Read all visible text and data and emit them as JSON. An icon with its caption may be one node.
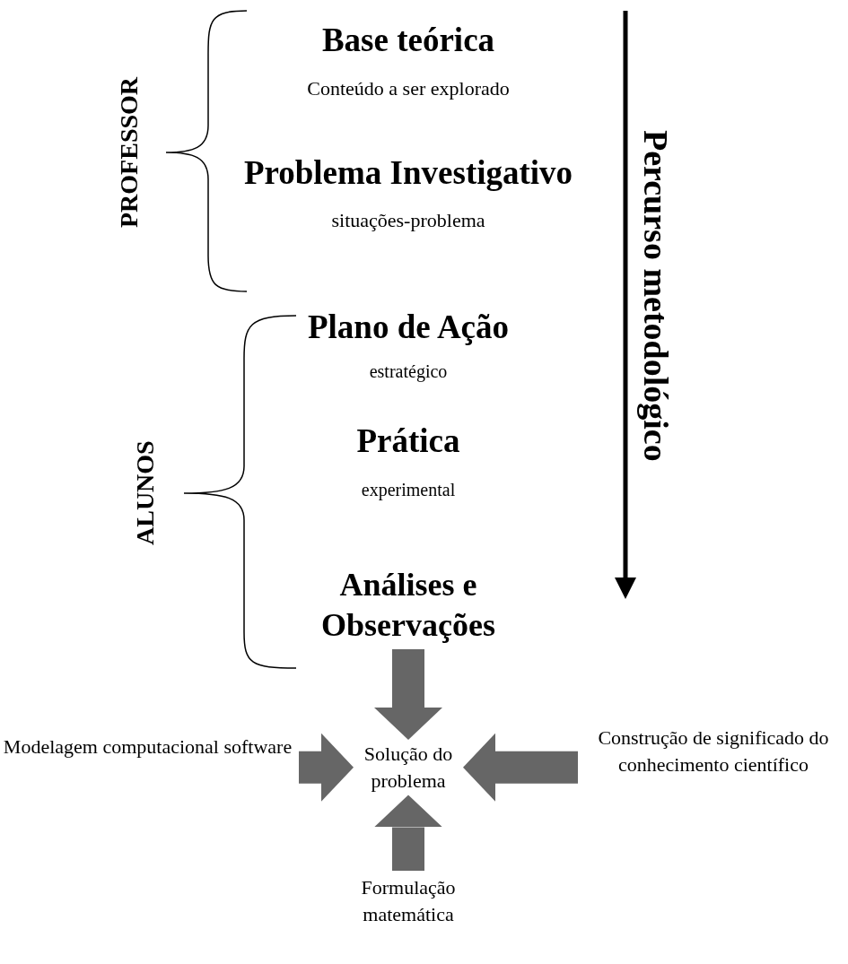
{
  "diagram": {
    "nodes": [
      {
        "text": [
          "Análises e Observações"
        ]
      },
      {
        "text": [
          "Modelagem computacional software"
        ]
      },
      {
        "text": [
          "Solução do problema"
        ]
      },
      {
        "text": [
          "Construção de significado do conhecimento científico"
        ]
      },
      {
        "text": [
          "Formulação matemática"
        ]
      }
    ],
    "edges": [
      {
        "from": 0,
        "to": 2,
        "arrow": "to"
      },
      {
        "from": 1,
        "to": 2,
        "arrow": "to"
      },
      {
        "from": 3,
        "to": 2,
        "arrow": "to"
      },
      {
        "from": 4,
        "to": 2,
        "arrow": "to"
      }
    ],
    "labels": [
      "PROFESSOR",
      "Base teórica",
      "Conteúdo a ser explorado",
      "Percurso metodológico",
      "Problema Investigativo",
      "situações-problema",
      "ALUNOS",
      "Plano de Ação",
      "estratégico",
      "Prática",
      "experimental"
    ]
  }
}
